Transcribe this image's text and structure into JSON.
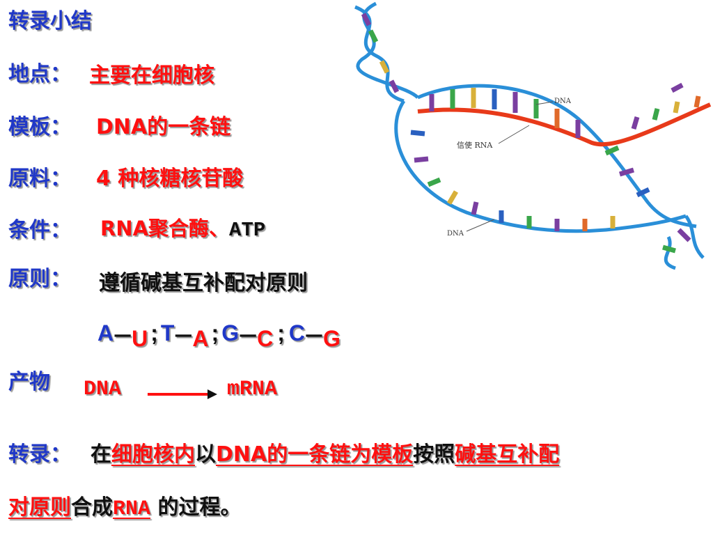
{
  "title": "转录小结",
  "rows": {
    "location": {
      "label": "地点：",
      "value": "主要在细胞核"
    },
    "template": {
      "label": "模板：",
      "value": "DNA的一条链"
    },
    "material": {
      "label": "原料：",
      "value": "4 种核糖核苷酸"
    },
    "condition": {
      "label": "条件：",
      "value_red": "RNA聚合酶、",
      "value_black": "ATP"
    },
    "principle": {
      "label": "原则：",
      "value": "遵循碱基互补配对原则"
    }
  },
  "pairs": [
    {
      "left": "A",
      "dash": "—",
      "right": "U",
      "sep": ";"
    },
    {
      "left": "T",
      "dash": "—",
      "right": "A",
      "sep": ";"
    },
    {
      "left": "G",
      "dash": "—",
      "right": "C",
      "sep": ";"
    },
    {
      "left": "C",
      "dash": "—",
      "right": "G",
      "sep": ""
    }
  ],
  "product": {
    "label": "产物",
    "from": "DNA",
    "to": "mRNA"
  },
  "definition": {
    "label": "转录：",
    "line1": [
      {
        "text": "在",
        "style": "black"
      },
      {
        "text": "细胞核内",
        "style": "red-ul"
      },
      {
        "text": "以",
        "style": "black"
      },
      {
        "text": "DNA的一条链为模板",
        "style": "red-ul"
      },
      {
        "text": "按照",
        "style": "black"
      },
      {
        "text": "碱基互补配",
        "style": "red-ul"
      }
    ],
    "line2": [
      {
        "text": "对原则",
        "style": "red-ul"
      },
      {
        "text": "合成",
        "style": "black"
      },
      {
        "text": "RNA",
        "style": "red-ul"
      },
      {
        "text": " 的过程。",
        "style": "black"
      }
    ]
  },
  "figure": {
    "label_dna_top": "DNA",
    "label_rna": "信使 RNA",
    "label_dna_bottom": "DNA",
    "colors": {
      "dna_strand": "#2a8fd8",
      "rna_strand": "#e83a1a"
    }
  }
}
